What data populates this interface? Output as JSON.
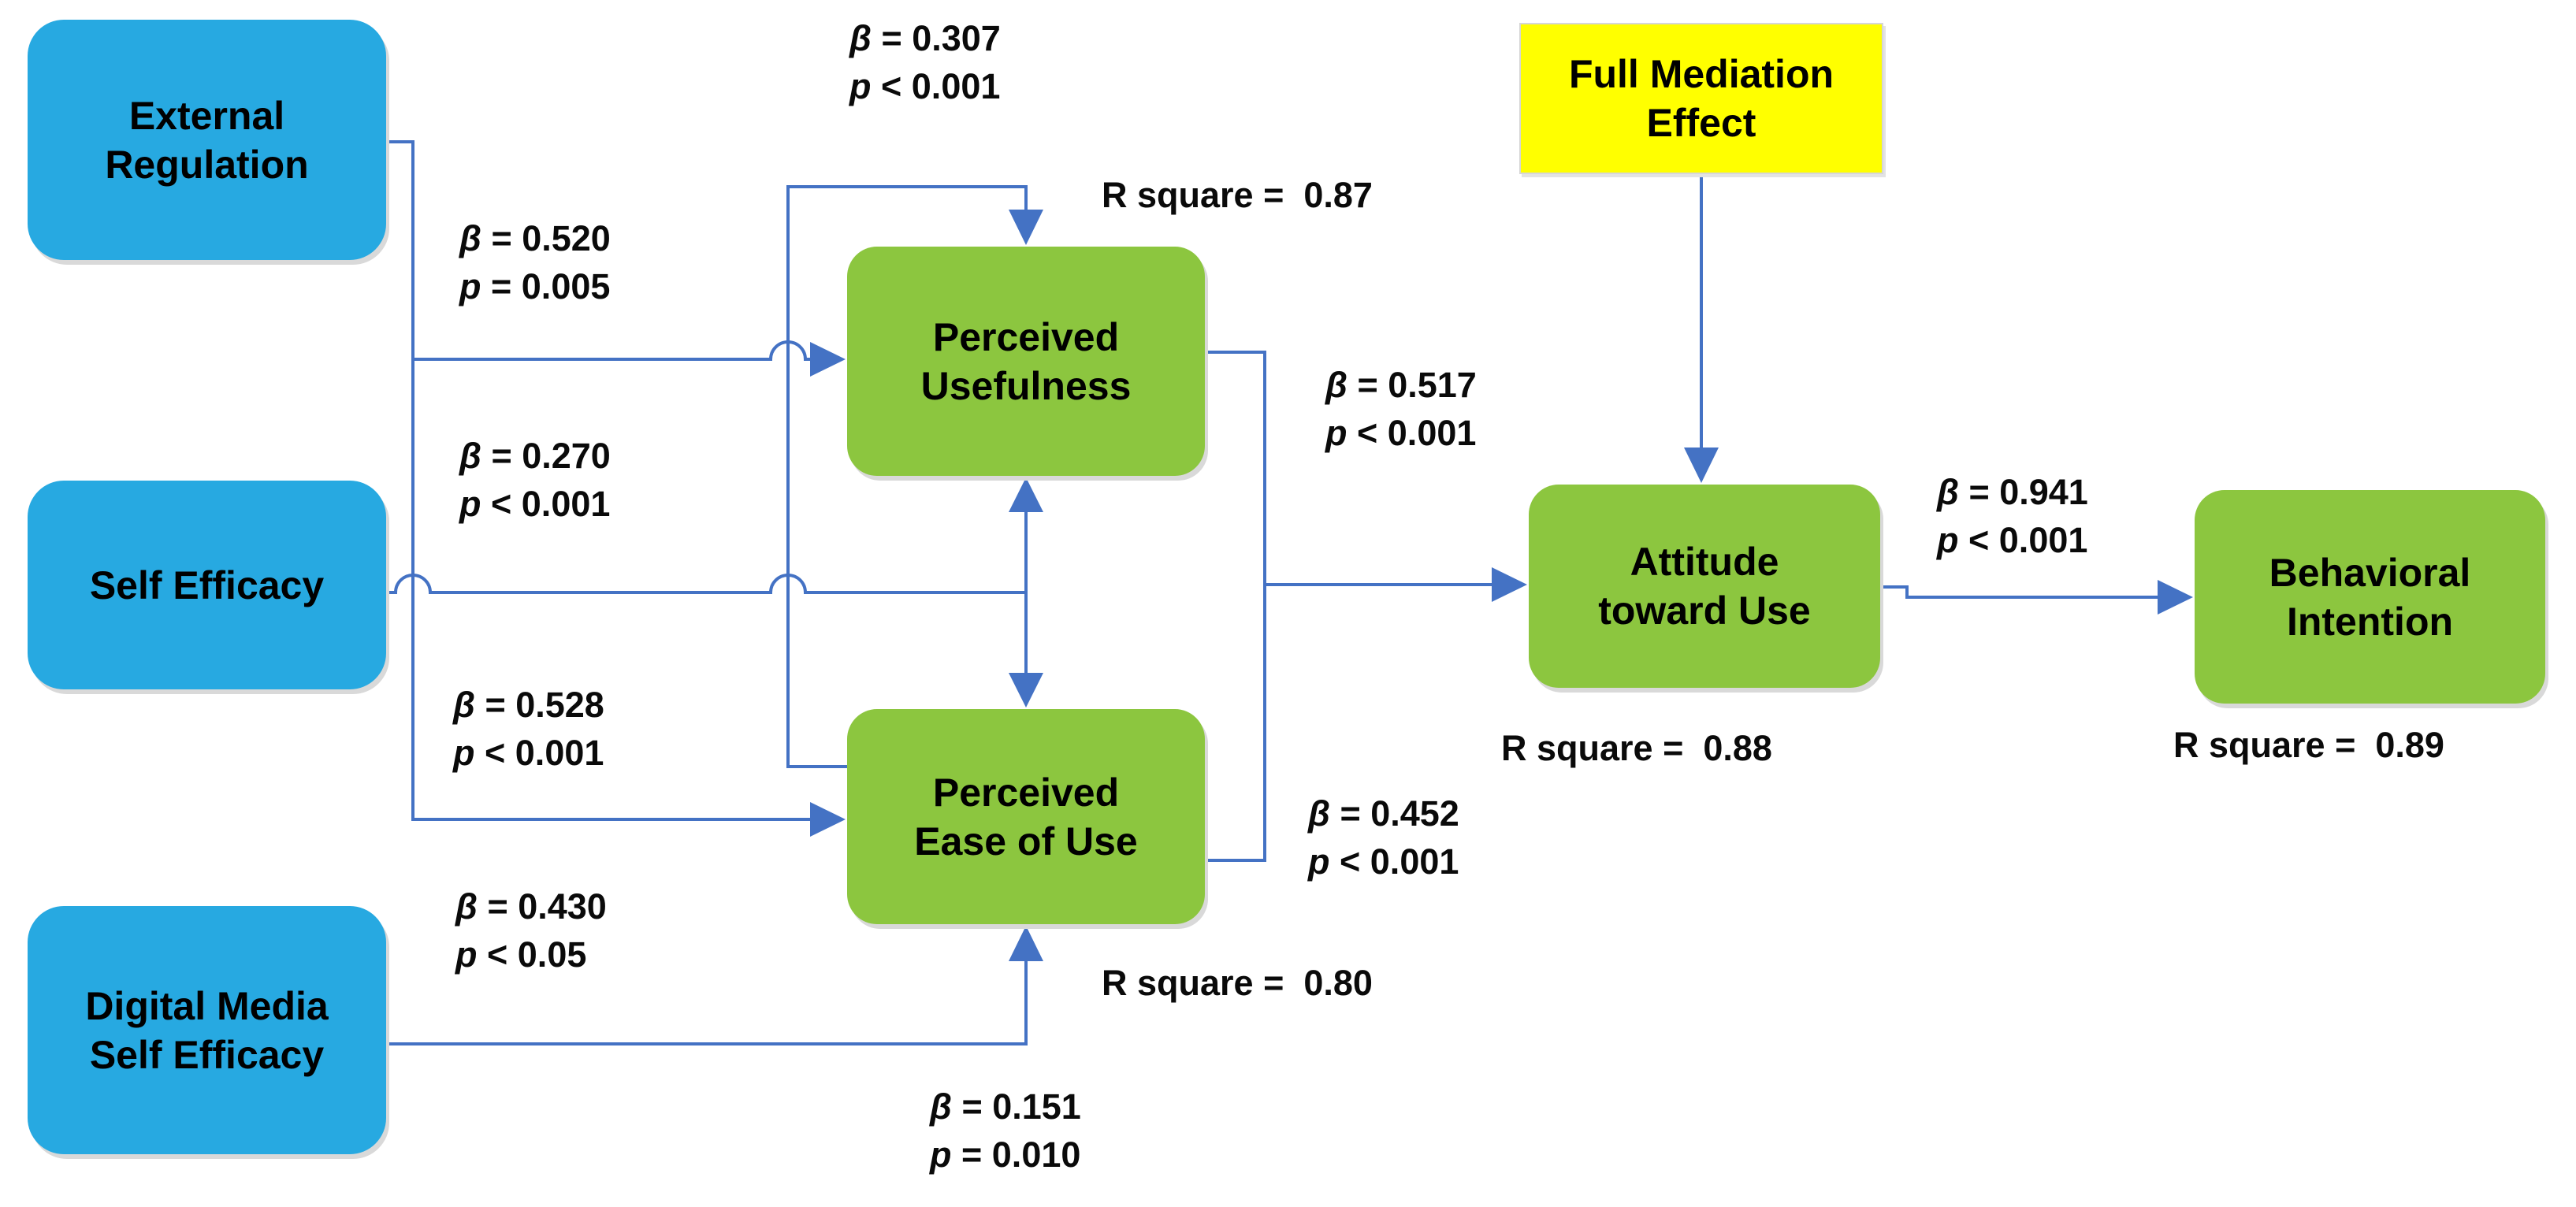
{
  "figure": {
    "kind": "structural-path-model",
    "description": "Technology acceptance path model with standardized coefficients",
    "background": "#ffffff",
    "connector_color": "#4472C4",
    "colors": {
      "predictor_box": "#27A9E1",
      "mediator_box": "#8CC63F",
      "annotation_box": "#FFFF00",
      "text": "#000000"
    }
  },
  "nodes": {
    "external_regulation": {
      "label": "External Regulation"
    },
    "self_efficacy": {
      "label": "Self Efficacy"
    },
    "digital_media_self_efficacy": {
      "label": "Digital Media Self Efficacy"
    },
    "perceived_usefulness": {
      "label": "Perceived Usefulness",
      "r_square": 0.87,
      "r_square_label": "R square =  0.87"
    },
    "perceived_ease_of_use": {
      "label": "Perceived Ease of Use",
      "r_square": 0.8,
      "r_square_label": "R square =  0.80"
    },
    "attitude_toward_use": {
      "label": "Attitude toward Use",
      "r_square": 0.88,
      "r_square_label": "R square =  0.88"
    },
    "behavioral_intention": {
      "label": "Behavioral Intention",
      "r_square": 0.89,
      "r_square_label": "R square =  0.89"
    },
    "full_mediation_effect": {
      "label": "Full Mediation Effect"
    }
  },
  "paths": {
    "er_to_pu": {
      "from": "External Regulation",
      "to": "Perceived Usefulness",
      "beta": 0.52,
      "beta_label": "β = 0.520",
      "p_label": "p = 0.005"
    },
    "se_to_pu": {
      "from": "Self Efficacy",
      "to": "Perceived Usefulness",
      "beta": 0.27,
      "beta_label": "β = 0.270",
      "p_label": "p < 0.001"
    },
    "se_to_peou": {
      "from": "Self Efficacy",
      "to": "Perceived Ease of Use",
      "beta": 0.528,
      "beta_label": "β = 0.528",
      "p_label": "p < 0.001"
    },
    "er_to_peou": {
      "from": "External Regulation",
      "to": "Perceived Ease of Use",
      "beta": 0.43,
      "beta_label": "β = 0.430",
      "p_label": "p < 0.05"
    },
    "dmse_to_peou": {
      "from": "Digital Media Self Efficacy",
      "to": "Perceived Ease of Use",
      "beta": 0.151,
      "beta_label": "β = 0.151",
      "p_label": "p = 0.010"
    },
    "peou_to_pu": {
      "from": "Perceived Ease of Use",
      "to": "Perceived Usefulness",
      "beta": 0.307,
      "beta_label": "β = 0.307",
      "p_label": "p < 0.001"
    },
    "pu_to_att": {
      "from": "Perceived Usefulness",
      "to": "Attitude toward Use",
      "beta": 0.517,
      "beta_label": "β = 0.517",
      "p_label": "p < 0.001"
    },
    "peou_to_att": {
      "from": "Perceived Ease of Use",
      "to": "Attitude toward Use",
      "beta": 0.452,
      "beta_label": "β = 0.452",
      "p_label": "p < 0.001"
    },
    "att_to_bi": {
      "from": "Attitude toward Use",
      "to": "Behavioral Intention",
      "beta": 0.941,
      "beta_label": "β = 0.941",
      "p_label": "p < 0.001"
    },
    "fme_to_att": {
      "from": "Full Mediation Effect",
      "to": "Attitude toward Use"
    }
  }
}
